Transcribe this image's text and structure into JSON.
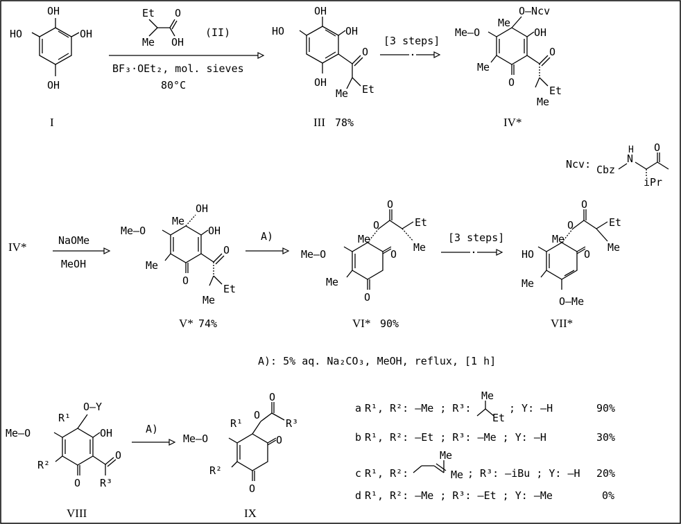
{
  "compounds": {
    "I": "I",
    "III": "III",
    "III_yield": "78%",
    "IV": "IV*",
    "V": "V*",
    "V_yield": "74%",
    "VI": "VI*",
    "VI_yield": "90%",
    "VII": "VII*",
    "VIII": "VIII",
    "IX": "IX"
  },
  "reaction_1": {
    "reagent_label": "(II)",
    "conditions_line1": "BF₃·OEt₂, mol. sieves",
    "conditions_line2": "80°C"
  },
  "reaction_2": {
    "label": "[3 steps]"
  },
  "ncv_definition": {
    "label": "Ncv:",
    "cbz": "Cbz",
    "nh": "N",
    "h": "H",
    "ipr": "iPr",
    "o": "O"
  },
  "reaction_3": {
    "lead": "IV*",
    "above": "NaOMe",
    "below": "MeOH"
  },
  "reaction_4": {
    "label": "A)"
  },
  "reaction_5": {
    "label": "[3 steps]"
  },
  "footnote": "A): 5% aq. Na₂CO₃, MeOH, reflux, [1 h]",
  "reaction_6": {
    "label": "A)"
  },
  "table": [
    {
      "row": "a",
      "r12": "R¹, R²: —Me ; R³:",
      "y": "; Y: —H",
      "yield": "90%"
    },
    {
      "row": "b",
      "r12": "R¹, R²: —Et ; R³: —Me ; Y: —H",
      "y": "",
      "yield": "30%"
    },
    {
      "row": "c",
      "r12": "R¹, R²:",
      "y": "; R³: —iBu ; Y: —H",
      "yield": "20%"
    },
    {
      "row": "d",
      "r12": "R¹, R²: —Me ; R³: —Et ; Y: —Me",
      "y": "",
      "yield": "0%"
    }
  ],
  "atom_labels": {
    "HO": "HO",
    "OH": "OH",
    "O": "O",
    "Me": "Me",
    "Et": "Et",
    "MeO": "Me—O",
    "ONcv": "O—Ncv",
    "OY": "O—Y",
    "R1": "R¹",
    "R2": "R²",
    "R3": "R³",
    "OMe": "O—Me"
  }
}
